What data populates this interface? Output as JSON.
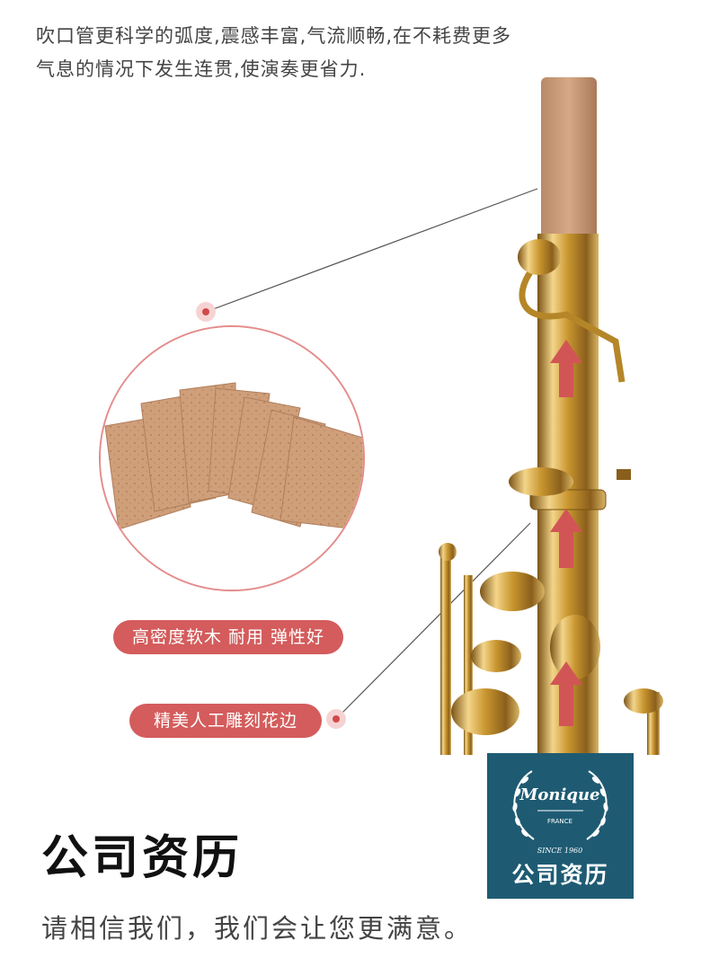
{
  "intro": {
    "line1": "吹口管更科学的弧度,震感丰富,气流顺畅,在不耗费更多",
    "line2": "气息的情况下发生连贯,使演奏更省力."
  },
  "callouts": {
    "cork_label": "高密度软木 耐用 弹性好",
    "carving_label": "精美人工雕刻花边"
  },
  "company": {
    "title": "公司资历",
    "subtitle": "请相信我们，我们会让您更满意。"
  },
  "brand": {
    "name": "Monique",
    "country": "FRANCE",
    "since": "SINCE 1960",
    "caption": "公司资历"
  },
  "colors": {
    "accent": "#d45c5c",
    "brand_bg": "#1e5b73",
    "brass": "#c9962f",
    "cork": "#c99a76"
  }
}
